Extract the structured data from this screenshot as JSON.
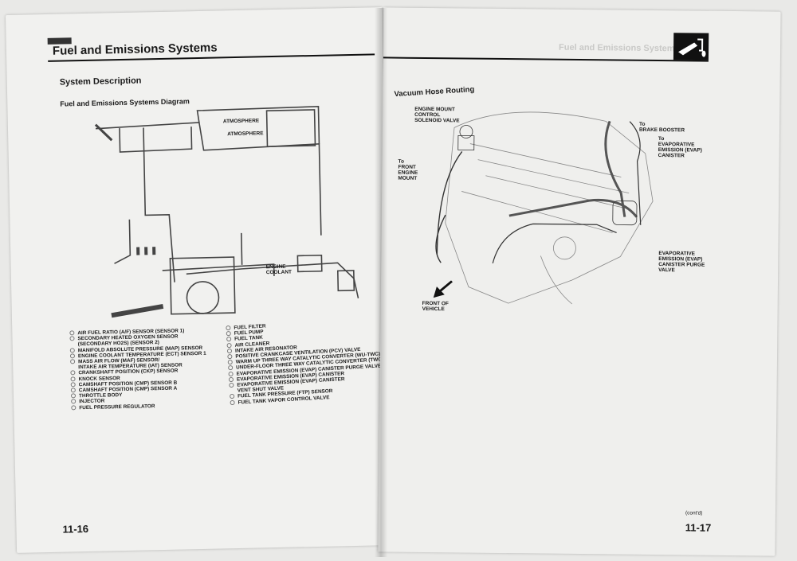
{
  "left_page": {
    "section_title": "Fuel and Emissions Systems",
    "subtitle": "System Description",
    "diagram_title": "Fuel and Emissions Systems Diagram",
    "diagram_labels": {
      "atmosphere_1": "ATMOSPHERE",
      "atmosphere_2": "ATMOSPHERE",
      "engine_coolant": "ENGINE\nCOOLANT"
    },
    "legend_col1": [
      "AIR FUEL RATIO (A/F) SENSOR (SENSOR 1)",
      "SECONDARY HEATED OXYGEN SENSOR",
      "(SECONDARY HO2S) (SENSOR 2)",
      "MANIFOLD ABSOLUTE PRESSURE (MAP) SENSOR",
      "ENGINE COOLANT TEMPERATURE (ECT) SENSOR 1",
      "MASS AIR FLOW (MAF) SENSOR/",
      "INTAKE AIR TEMPERATURE (IAT) SENSOR",
      "CRANKSHAFT POSITION (CKP) SENSOR",
      "KNOCK SENSOR",
      "CAMSHAFT POSITION (CMP) SENSOR B",
      "CAMSHAFT POSITION (CMP) SENSOR A",
      "THROTTLE BODY",
      "INJECTOR",
      "FUEL PRESSURE REGULATOR"
    ],
    "legend_col2": [
      "FUEL FILTER",
      "FUEL PUMP",
      "FUEL TANK",
      "AIR CLEANER",
      "INTAKE AIR RESONATOR",
      "POSITIVE CRANKCASE VENTILATION (PCV) VALVE",
      "WARM UP THREE WAY CATALYTIC CONVERTER (WU-TWC)",
      "UNDER-FLOOR THREE WAY CATALYTIC CONVERTER (TWC)",
      "EVAPORATIVE EMISSION (EVAP) CANISTER PURGE VALVE",
      "EVAPORATIVE EMISSION (EVAP) CANISTER",
      "EVAPORATIVE EMISSION (EVAP) CANISTER",
      "VENT SHUT VALVE",
      "FUEL TANK PRESSURE (FTP) SENSOR",
      "FUEL TANK VAPOR CONTROL VALVE"
    ],
    "page_number": "11-16"
  },
  "right_page": {
    "section_title_faded": "Fuel and Emissions Systems",
    "subtitle": "Vacuum Hose Routing",
    "labels": {
      "engine_mount_valve": "ENGINE MOUNT\nCONTROL\nSOLENOID VALVE",
      "front_engine_mount": "To\nFRONT\nENGINE\nMOUNT",
      "brake_booster": "To\nBRAKE BOOSTER",
      "evap_canister": "To\nEVAPORATIVE\nEMISSION (EVAP)\nCANISTER",
      "purge_valve": "EVAPORATIVE\nEMISSION (EVAP)\nCANISTER PURGE\nVALVE",
      "front_of_vehicle": "FRONT OF\nVEHICLE"
    },
    "cont": "(cont'd)",
    "page_number": "11-17"
  }
}
